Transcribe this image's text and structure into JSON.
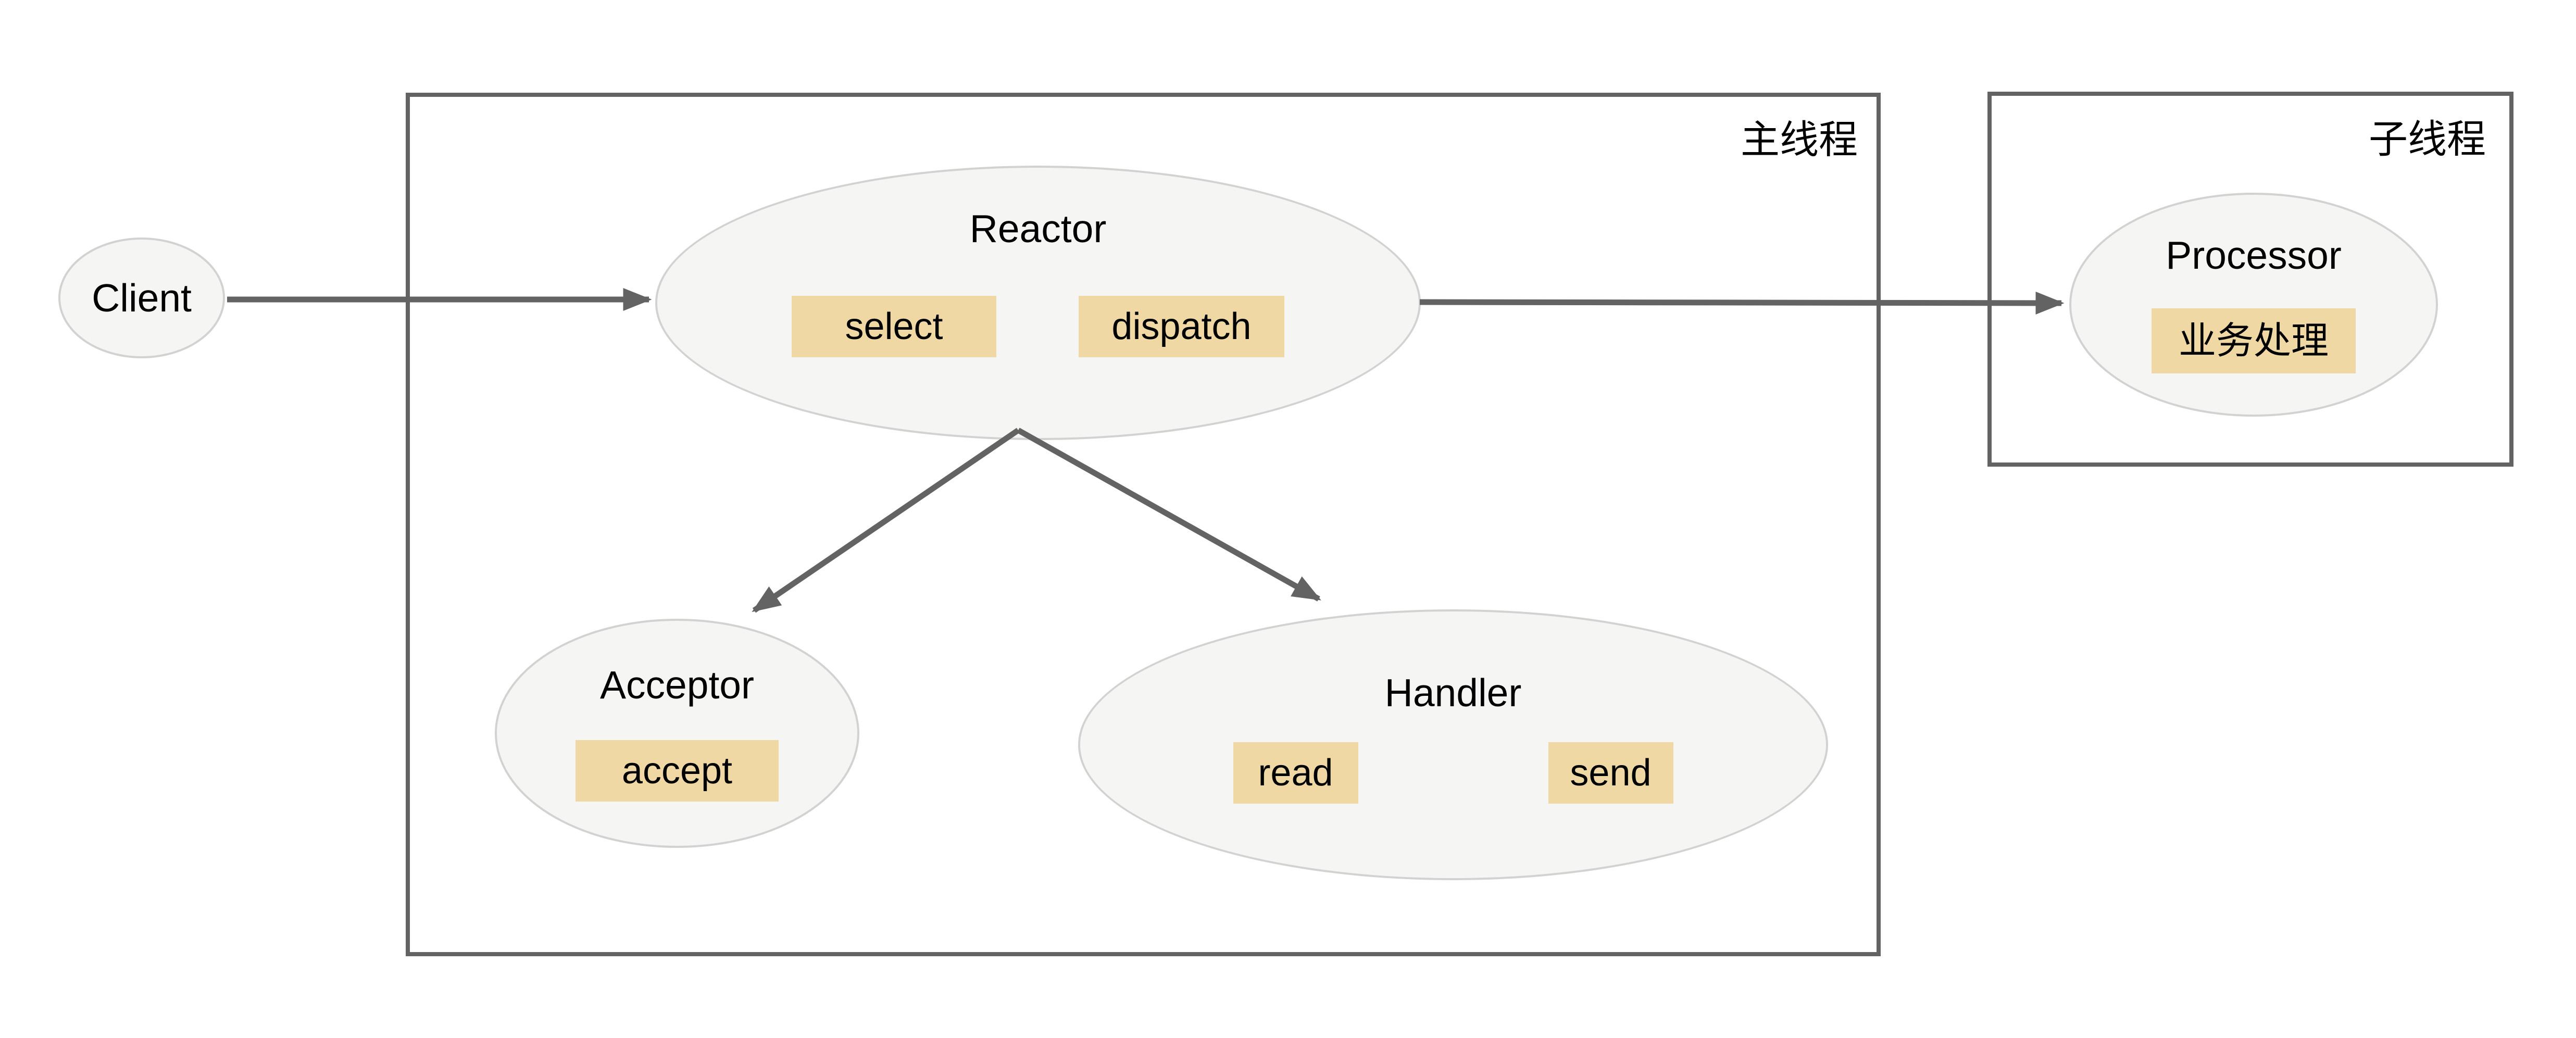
{
  "page": {
    "background": "#ffffff"
  },
  "palette": {
    "node_fill": "#f5f5f3",
    "node_border": "#d2d2d2",
    "badge_fill": "#f0d8a5",
    "line_color": "#636363",
    "text_color": "#000000"
  },
  "containers": {
    "main_thread": {
      "label": "主线程"
    },
    "sub_thread": {
      "label": "子线程"
    }
  },
  "nodes": {
    "client": {
      "label": "Client"
    },
    "reactor": {
      "label": "Reactor",
      "badges": [
        "select",
        "dispatch"
      ]
    },
    "acceptor": {
      "label": "Acceptor",
      "badges": [
        "accept"
      ]
    },
    "handler": {
      "label": "Handler",
      "badges": [
        "read",
        "send"
      ]
    },
    "processor": {
      "label": "Processor",
      "badges": [
        "业务处理"
      ]
    }
  },
  "edges": [
    {
      "from": "Client",
      "to": "Reactor"
    },
    {
      "from": "Reactor",
      "to": "Processor"
    },
    {
      "from": "Reactor",
      "to": "Acceptor"
    },
    {
      "from": "Reactor",
      "to": "Handler"
    }
  ]
}
